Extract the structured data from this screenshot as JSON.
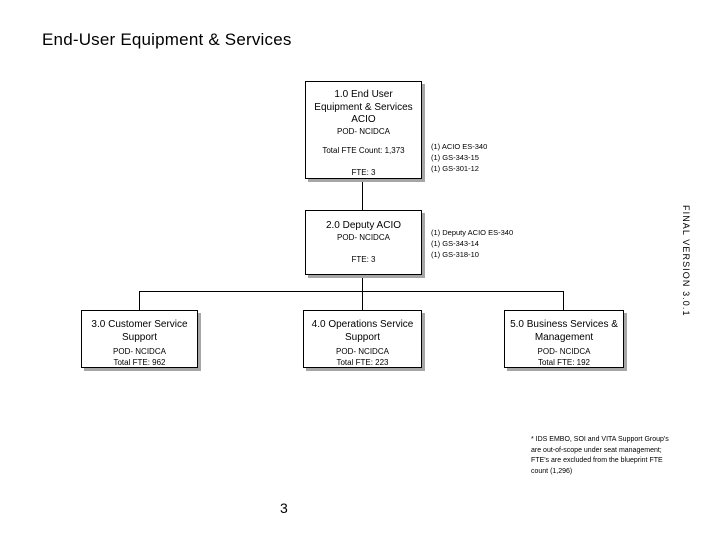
{
  "slide": {
    "title": "End-User Equipment & Services",
    "page_number": "3",
    "version_label": "FINAL VERSION 3.0.1"
  },
  "org_chart": {
    "type": "hierarchy",
    "nodes": [
      {
        "id": "1.0",
        "title_line1": "1.0 End User",
        "title_line2": "Equipment & Services",
        "title_line3": "ACIO",
        "office": "POD- NCIDCA",
        "metric1": "Total FTE Count: 1,373",
        "metric2": "FTE: 3"
      },
      {
        "id": "2.0",
        "title_line1": "2.0 Deputy ACIO",
        "office": "POD- NCIDCA",
        "metric1": "FTE: 3"
      },
      {
        "id": "3.0",
        "title_line1": "3.0 Customer Service",
        "title_line2": "Support",
        "office": "POD- NCIDCA",
        "metric1": "Total FTE: 962"
      },
      {
        "id": "4.0",
        "title_line1": "4.0 Operations Service",
        "title_line2": "Support",
        "office": "POD- NCIDCA",
        "metric1": "Total FTE: 223"
      },
      {
        "id": "5.0",
        "title_line1": "5.0 Business Services &",
        "title_line2": "Management",
        "office": "POD- NCIDCA",
        "metric1": "Total FTE: 192"
      }
    ]
  },
  "annotations": [
    {
      "for": "1.0",
      "line1": "(1) ACIO ES-340",
      "line2": "(1) GS-343-15",
      "line3": "(1) GS-301-12"
    },
    {
      "for": "2.0",
      "line1": "(1) Deputy ACIO ES-340",
      "line2": "(1) GS-343-14",
      "line3": "(1) GS-318-10"
    }
  ],
  "footnote": {
    "line1": "* IDS EMBO, SOI and VITA Support Group's",
    "line2": "are out-of-scope under seat management;",
    "line3": "FTE's are excluded from the blueprint FTE",
    "line4": "count (1,296)"
  },
  "colors": {
    "background": "#ffffff",
    "text": "#000000",
    "box_border": "#000000",
    "box_shadow": "#a6a6a6"
  }
}
